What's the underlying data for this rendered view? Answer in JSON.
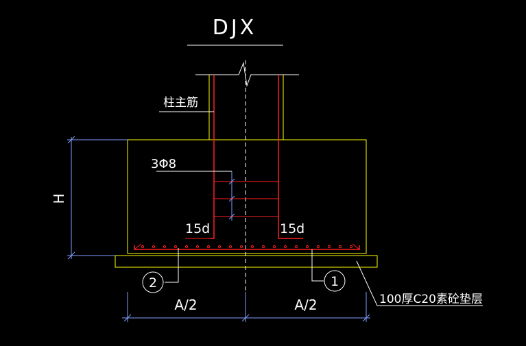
{
  "drawing": {
    "title": "DJX",
    "labels": {
      "column_main_rebar": "柱主筋",
      "stirrups": "3Φ8",
      "anchor_left": "15d",
      "anchor_right": "15d",
      "height": "H",
      "half_width_left": "A/2",
      "half_width_right": "A/2",
      "cushion": "100厚C20素砼垫层",
      "callout_1": "1",
      "callout_2": "2"
    },
    "colors": {
      "background": "#000000",
      "concrete_outline": "#ffff00",
      "rebar": "#ff2020",
      "dimension": "#7f9fff",
      "text": "#ffffff",
      "centerline": "#ffffff"
    }
  }
}
